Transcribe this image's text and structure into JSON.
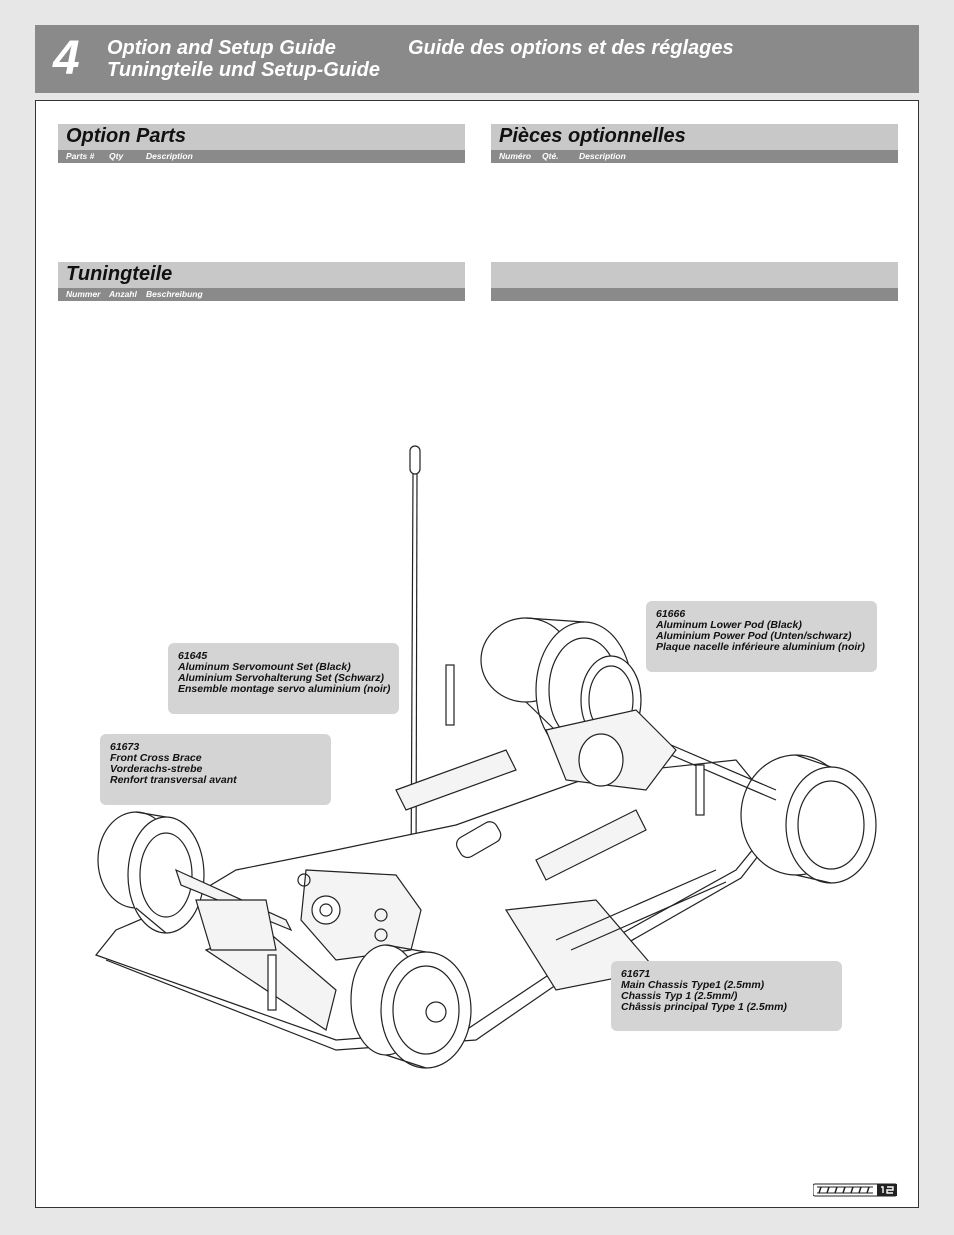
{
  "header": {
    "chapter": "4",
    "title_en": "Option and Setup Guide",
    "title_fr": "Guide des options et des réglages",
    "title_de": "Tuningteile und Setup-Guide"
  },
  "sections": {
    "option_parts": {
      "title": "Option Parts",
      "col1": "Parts #",
      "col2": "Qty",
      "col3": "Description"
    },
    "pieces_optionnelles": {
      "title": "Pièces optionnelles",
      "col1": "Numéro",
      "col2": "Qté.",
      "col3": "Description"
    },
    "tuningteile": {
      "title": "Tuningteile",
      "col1": "Nummer",
      "col2": "Anzahl",
      "col3": "Beschreibung"
    }
  },
  "callouts": {
    "c61666": {
      "part": "61666",
      "l1": "Aluminum Lower Pod (Black)",
      "l2": "Aluminium Power Pod (Unten/schwarz)",
      "l3": "Plaque nacelle inférieure aluminium (noir)"
    },
    "c61645": {
      "part": "61645",
      "l1": "Aluminum Servomount Set (Black)",
      "l2": "Aluminium Servohalterung Set (Schwarz)",
      "l3": "Ensemble montage servo aluminium (noir)"
    },
    "c61673": {
      "part": "61673",
      "l1": "Front Cross Brace",
      "l2": "Vorderachs-strebe",
      "l3": "Renfort transversal avant"
    },
    "c61671": {
      "part": "61671",
      "l1": "Main Chassis Type1 (2.5mm)",
      "l2": "Chassis Typ 1 (2.5mm/)",
      "l3": "Châssis principal Type 1 (2.5mm)"
    }
  },
  "logo": {
    "text": "CYCLONE 12"
  }
}
